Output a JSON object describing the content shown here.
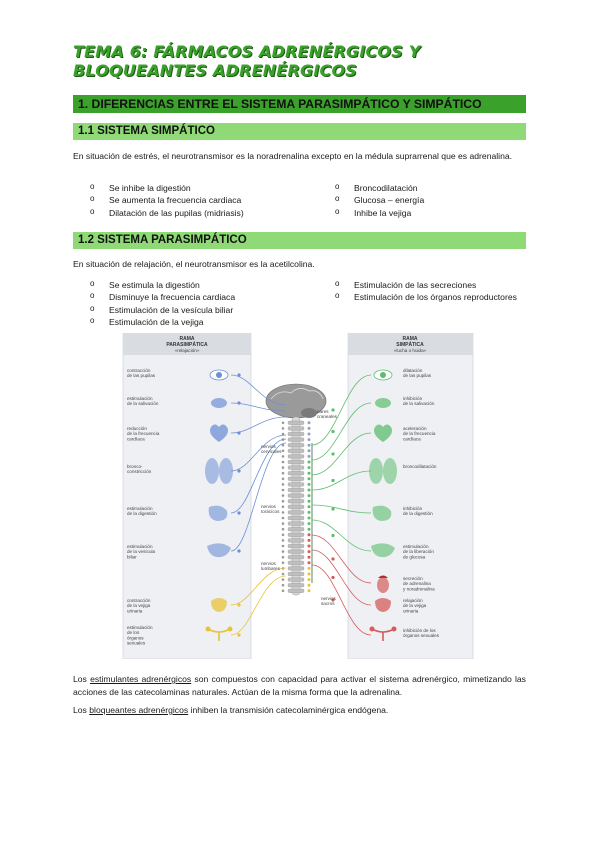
{
  "title": "TEMA 6: FÁRMACOS ADRENÉRGICOS Y BLOQUEANTES ADRENÉRGICOS",
  "section1": {
    "heading": "1. DIFERENCIAS ENTRE EL SISTEMA PARASIMPÁTICO Y SIMPÁTICO"
  },
  "section11": {
    "heading": "1.1 SISTEMA SIMPÁTICO",
    "intro": "En situación de estrés, el neurotransmisor es la noradrenalina excepto en la médula suprarrenal que es adrenalina.",
    "col1": [
      "Se inhibe la digestión",
      "Se aumenta la frecuencia cardiaca",
      "Dilatación de las pupilas (midriasis)"
    ],
    "col2": [
      "Broncodilatación",
      "Glucosa – energía",
      "Inhibe la vejiga"
    ]
  },
  "section12": {
    "heading": "1.2 SISTEMA PARASIMPÁTICO",
    "intro": "En situación de relajación, el neurotransmisor es la acetilcolina.",
    "col1": [
      "Se estimula la digestión",
      "Disminuye la frecuencia cardiaca",
      "Estimulación de la vesícula biliar",
      "Estimulación de la vejiga"
    ],
    "col2": [
      "Estimulación de las secreciones",
      "Estimulación de los órganos reproductores"
    ]
  },
  "figure": {
    "left_header": [
      "RAMA",
      "PARASIMPÁTICA",
      "«relajación»"
    ],
    "right_header": [
      "RAMA",
      "SIMPÁTICA",
      "«lucha o huida»"
    ],
    "left_labels": [
      [
        "contracción",
        "de las pupilas"
      ],
      [
        "estimulación",
        "de la salivación"
      ],
      [
        "reducción",
        "de la frecuencia",
        "cardíaca"
      ],
      [
        "bronco-",
        "constricción"
      ],
      [
        "estimulación",
        "de la digestión"
      ],
      [
        "estimulación",
        "de la vesícula",
        "biliar"
      ],
      [
        "contracción",
        "de la vejiga",
        "urinaria"
      ],
      [
        "estimulación",
        "de los",
        "órganos",
        "sexuales"
      ]
    ],
    "right_labels": [
      [
        "dilatación",
        "de las pupilas"
      ],
      [
        "inhibición",
        "de la salivación"
      ],
      [
        "aceleración",
        "de la frecuencia",
        "cardíaca"
      ],
      [
        "broncodilatación"
      ],
      [
        "inhibición",
        "de la digestión"
      ],
      [
        "estimulación",
        "de la liberación",
        "de glucosa"
      ],
      [
        "secreción",
        "de adrenalina",
        "y noradrenalina"
      ],
      [
        "relajación",
        "de la vejiga",
        "urinaria"
      ],
      [
        "inhibición de los",
        "órganos sexuales"
      ]
    ],
    "center_labels": [
      [
        "pares",
        "craneales"
      ],
      [
        "nervios",
        "cervicales"
      ],
      [
        "nervios",
        "torácicos"
      ],
      [
        "nervios",
        "lumbares"
      ],
      [
        "nervios",
        "sacros"
      ]
    ],
    "colors": {
      "parasympathetic": "#6e8fd6",
      "sympathetic": "#5cbd6e",
      "adrenal": "#d45c5c",
      "pelvic": "#e8c33a"
    }
  },
  "closing": {
    "p1_link": "estimulantes adrenérgicos",
    "p1_prefix": "Los ",
    "p1_rest": " son compuestos con capacidad para activar el sistema adrenérgico, mimetizando las acciones de las catecolaminas naturales. Actúan de la misma forma que la adrenalina.",
    "p2_prefix": "Los ",
    "p2_link": "bloqueantes adrenérgicos",
    "p2_rest": " inhiben la transmisión catecolaminérgica endógena."
  }
}
